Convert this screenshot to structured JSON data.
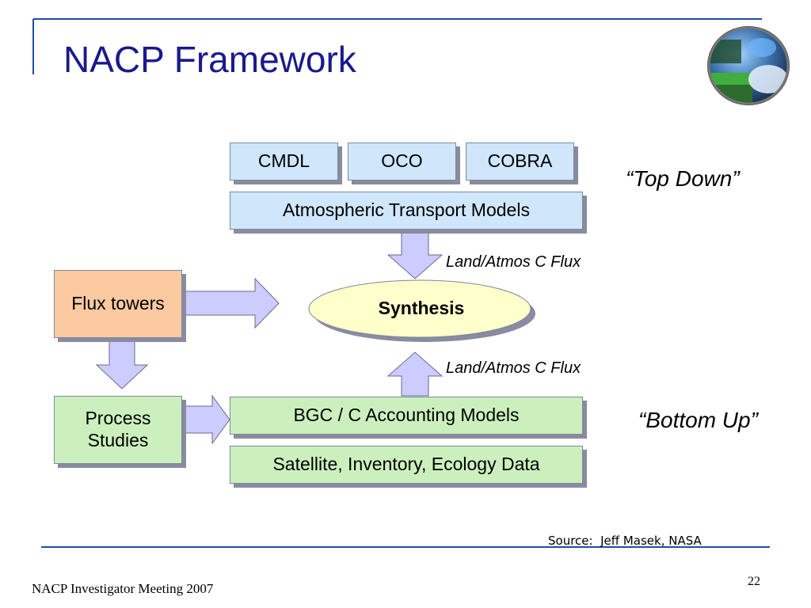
{
  "slide": {
    "title": "NACP Framework",
    "page_number": "22",
    "footer": "NACP Investigator Meeting 2007",
    "source": "Source:  Jeff Masek, NASA"
  },
  "diagram": {
    "top_boxes": [
      "CMDL",
      "OCO",
      "COBRA"
    ],
    "atmos_models": "Atmospheric Transport Models",
    "top_flux_label": "Land/Atmos C Flux",
    "bottom_flux_label": "Land/Atmos C Flux",
    "synthesis": "Synthesis",
    "flux_towers": "Flux towers",
    "process_studies": "Process Studies",
    "bgc_models": "BGC / C Accounting Models",
    "data_box": "Satellite, Inventory, Ecology Data",
    "top_down": "“Top Down”",
    "bottom_up": "“Bottom Up”"
  },
  "colors": {
    "title": "#1a1a8c",
    "rule": "#1f4fa8",
    "blue_box": "#cfe6fb",
    "green_box": "#ccf0bd",
    "orange_box": "#fbcaa0",
    "arrow_fill": "#ccccff",
    "synthesis_fill": "#ffffcc"
  }
}
